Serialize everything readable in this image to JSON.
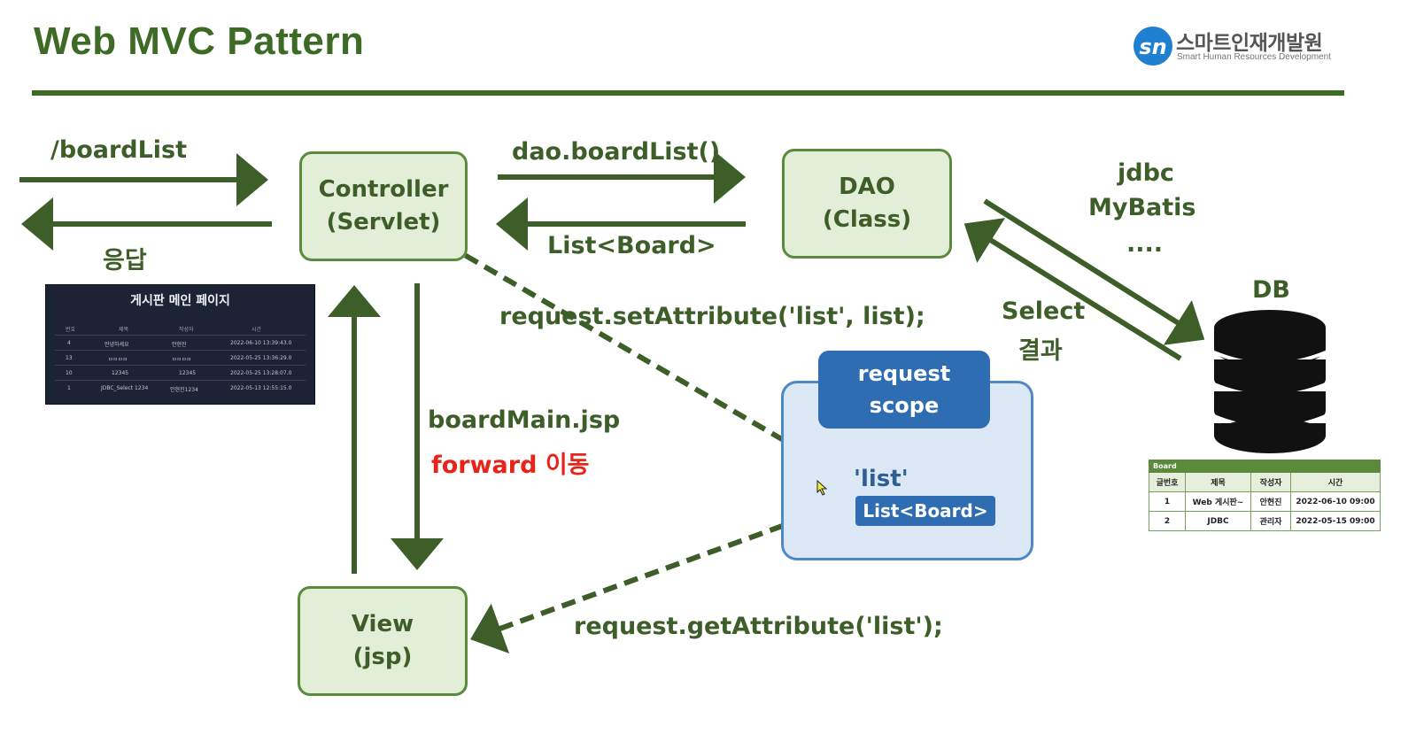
{
  "title": "Web MVC Pattern",
  "logo": {
    "mark": "sn",
    "name": "스마트인재개발원",
    "subtitle": "Smart Human Resources Development"
  },
  "boxes": {
    "controller": {
      "line1": "Controller",
      "line2": "(Servlet)"
    },
    "dao": {
      "line1": "DAO",
      "line2": "(Class)"
    },
    "view": {
      "line1": "View",
      "line2": "(jsp)"
    }
  },
  "labels": {
    "request_in": "/boardList",
    "response": "응답",
    "dao_call": "dao.boardList()",
    "dao_return": "List<Board>",
    "set_attribute": "request.setAttribute('list', list);",
    "forward_jsp": "boardMain.jsp",
    "forward_move": "forward 이동",
    "get_attribute": "request.getAttribute('list');",
    "db_tools": [
      "jdbc",
      "MyBatis",
      "...."
    ],
    "select_result": [
      "Select",
      "결과"
    ],
    "db": "DB"
  },
  "request_scope": {
    "header_line1": "request",
    "header_line2": "scope",
    "key": "'list'",
    "value": "List<Board>"
  },
  "page_screenshot": {
    "title": "게시판 메인 페이지",
    "columns": [
      "번호",
      "제목",
      "작성자",
      "시간"
    ],
    "rows": [
      [
        "4",
        "안녕하세요",
        "안현진",
        "2022-06-10 13:39:43.0"
      ],
      [
        "13",
        "ㅁㅁㅁㅁ",
        "ㅁㅁㅁㅁ",
        "2022-05-25 13:36:29.0"
      ],
      [
        "10",
        "12345",
        "12345",
        "2022-05-25 13:28:07.0"
      ],
      [
        "1",
        "JDBC_Select 1234",
        "안현진1234",
        "2022-05-13 12:55:15.0"
      ]
    ]
  },
  "board_table": {
    "caption": "Board",
    "columns": [
      "글번호",
      "제목",
      "작성자",
      "시간"
    ],
    "rows": [
      [
        "1",
        "Web 게시판~",
        "안현진",
        "2022-06-10 09:00"
      ],
      [
        "2",
        "JDBC",
        "관리자",
        "2022-05-15 09:00"
      ]
    ]
  },
  "colors": {
    "accent_green": "#3d6a25",
    "box_fill": "#e3eed8",
    "scope_blue": "#2e6db2",
    "forward_red": "#e8231a"
  }
}
